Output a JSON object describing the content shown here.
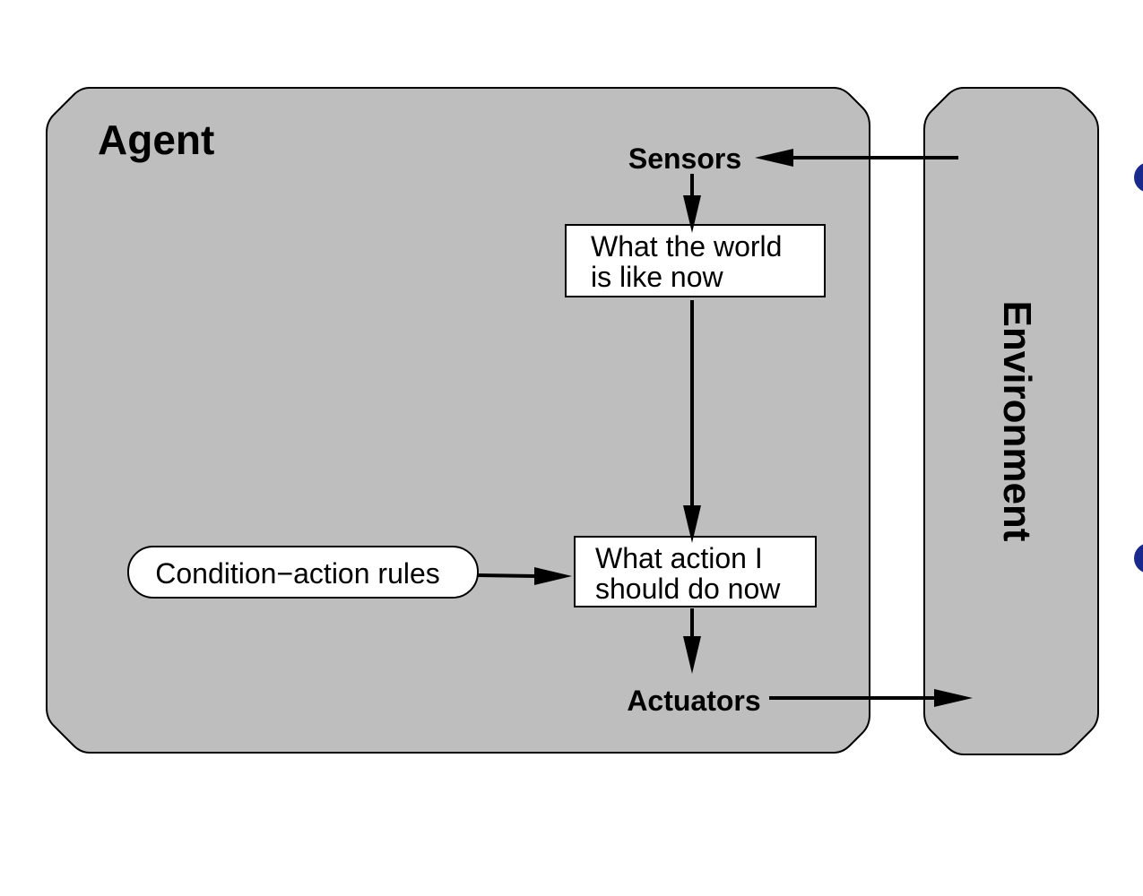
{
  "agent": {
    "title": "Agent"
  },
  "environment": {
    "title": "Environment"
  },
  "sensors": {
    "label": "Sensors"
  },
  "actuators": {
    "label": "Actuators"
  },
  "world_state_box": {
    "line1": "What the world",
    "line2": "is like now"
  },
  "action_box": {
    "line1": "What action I",
    "line2": "should do now"
  },
  "rules_box": {
    "label": "Condition−action rules"
  },
  "colors": {
    "panel_fill": "#bebebe",
    "box_fill": "#ffffff",
    "stroke": "#000000",
    "bullet": "#1a2a8c"
  }
}
